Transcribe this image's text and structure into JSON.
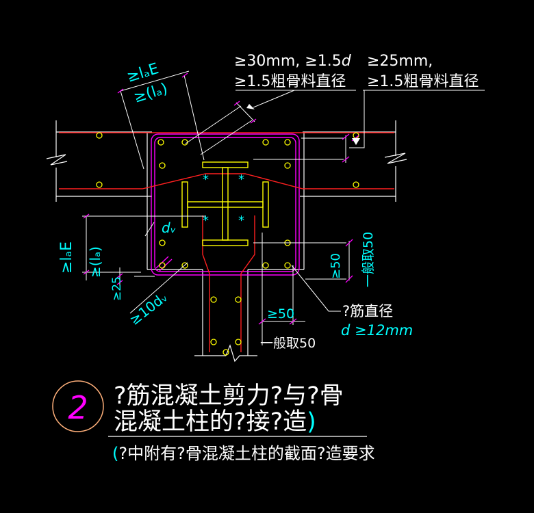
{
  "colors": {
    "background": "#000000",
    "line_white": "#ffffff",
    "rebar_red": "#ff2020",
    "stirrup_magenta": "#ff00ff",
    "steel_yellow": "#ffff00",
    "dim_cyan": "#00ffff",
    "circle_peach": "#ffb07a"
  },
  "labels": {
    "top_left_line1": "≥30mm, ≥1.5",
    "top_left_line1_d": "d",
    "top_left_line2": "≥1.5粗骨料直径",
    "top_right_line1": "≥25mm,",
    "top_right_line2": "≥1.5粗骨料直径",
    "lae_top": "≥lₐE",
    "la_top": "≥(lₐ)",
    "lae_left": "≥lₐE",
    "la_left": "≥(lₐ)",
    "ge25": "≥25",
    "dv": "dᵥ",
    "ge10dv": "≥10dᵥ",
    "ge50_right": "≥50",
    "yiban50_right": "一般取50",
    "ge50_bottom": "≥50",
    "yiban50_bottom": "一般取50",
    "rebar_dia": "?筋直径",
    "rebar_dia_val": "d ≥12mm",
    "stud_mark": "*"
  },
  "title": {
    "number": "2",
    "line1": "?筋混凝土剪力?与?骨",
    "line2a": "混凝土柱的?接?造",
    "line2b": ")",
    "subtitle_paren": "(",
    "subtitle": "?中附有?骨混凝土柱的截面?造要求"
  }
}
